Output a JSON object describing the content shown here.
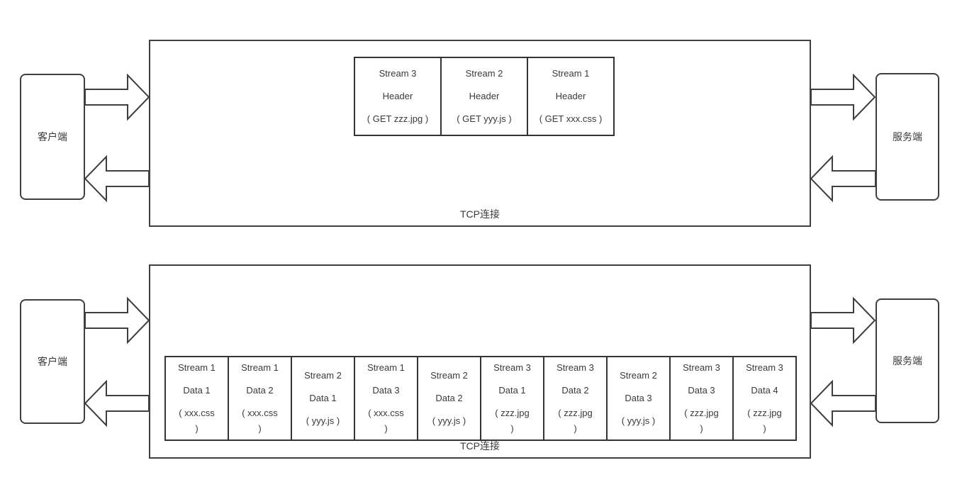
{
  "top": {
    "tcp_label": "TCP连接",
    "client_label": "客户端",
    "server_label": "服务端",
    "frames": [
      {
        "stream": "Stream 3",
        "kind": "Header",
        "payload": "( GET zzz.jpg )"
      },
      {
        "stream": "Stream 2",
        "kind": "Header",
        "payload": "( GET yyy.js )"
      },
      {
        "stream": "Stream 1",
        "kind": "Header",
        "payload": "( GET xxx.css )"
      }
    ]
  },
  "bottom": {
    "tcp_label": "TCP连接",
    "client_label": "客户端",
    "server_label": "服务端",
    "frames": [
      {
        "stream": "Stream 1",
        "kind": "Data 1",
        "payload": "( xxx.css )"
      },
      {
        "stream": "Stream 1",
        "kind": "Data 2",
        "payload": "( xxx.css )"
      },
      {
        "stream": "Stream 2",
        "kind": "Data 1",
        "payload": "( yyy.js )"
      },
      {
        "stream": "Stream 1",
        "kind": "Data 3",
        "payload": "( xxx.css )"
      },
      {
        "stream": "Stream 2",
        "kind": "Data 2",
        "payload": "( yyy.js )"
      },
      {
        "stream": "Stream 3",
        "kind": "Data 1",
        "payload": "( zzz.jpg )"
      },
      {
        "stream": "Stream 3",
        "kind": "Data 2",
        "payload": "( zzz.jpg )"
      },
      {
        "stream": "Stream 2",
        "kind": "Data 3",
        "payload": "( yyy.js )"
      },
      {
        "stream": "Stream 3",
        "kind": "Data 3",
        "payload": "( zzz.jpg )"
      },
      {
        "stream": "Stream 3",
        "kind": "Data 4",
        "payload": "( zzz.jpg )"
      }
    ]
  },
  "colors": {
    "line": "#3f3f3f",
    "text": "#3a3a3a",
    "background": "#ffffff"
  }
}
